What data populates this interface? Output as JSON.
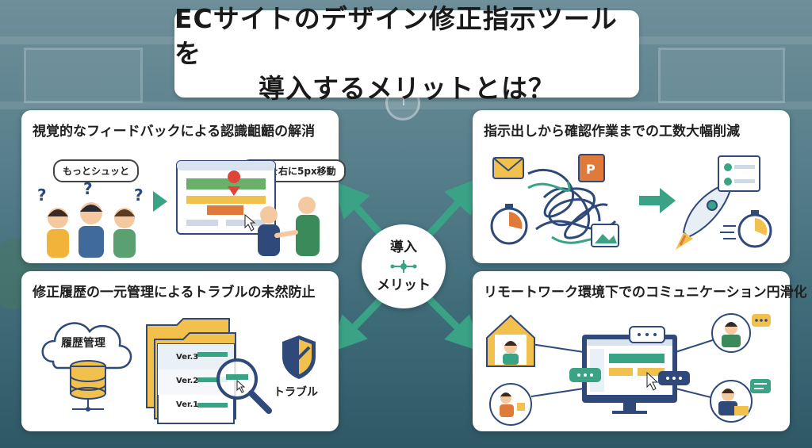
{
  "title": {
    "line1": "ECサイトのデザイン修正指示ツールを",
    "line2": "導入するメリットとは？"
  },
  "center": {
    "line1": "導入",
    "line2": "メリット"
  },
  "cards": {
    "top_left": {
      "title": "視覚的なフィードバックによる認識齟齬の解消",
      "bubble_left": "もっとシュッと",
      "bubble_right": "ここを右に5px移動"
    },
    "top_right": {
      "title": "指示出しから確認作業までの工数大幅削減"
    },
    "bottom_left": {
      "title": "修正履歴の一元管理によるトラブルの未然防止",
      "history_label": "履歴管理",
      "versions": [
        "Ver.3",
        "Ver.2",
        "Ver.1"
      ],
      "shield_label": "トラブル"
    },
    "bottom_right": {
      "title": "リモートワーク環境下でのコミュニケーション円滑化"
    }
  },
  "colors": {
    "accent_green": "#3aa386",
    "marker_red": "#e0453a",
    "navy": "#2f4a7a",
    "folder_yellow": "#f2c04d"
  }
}
